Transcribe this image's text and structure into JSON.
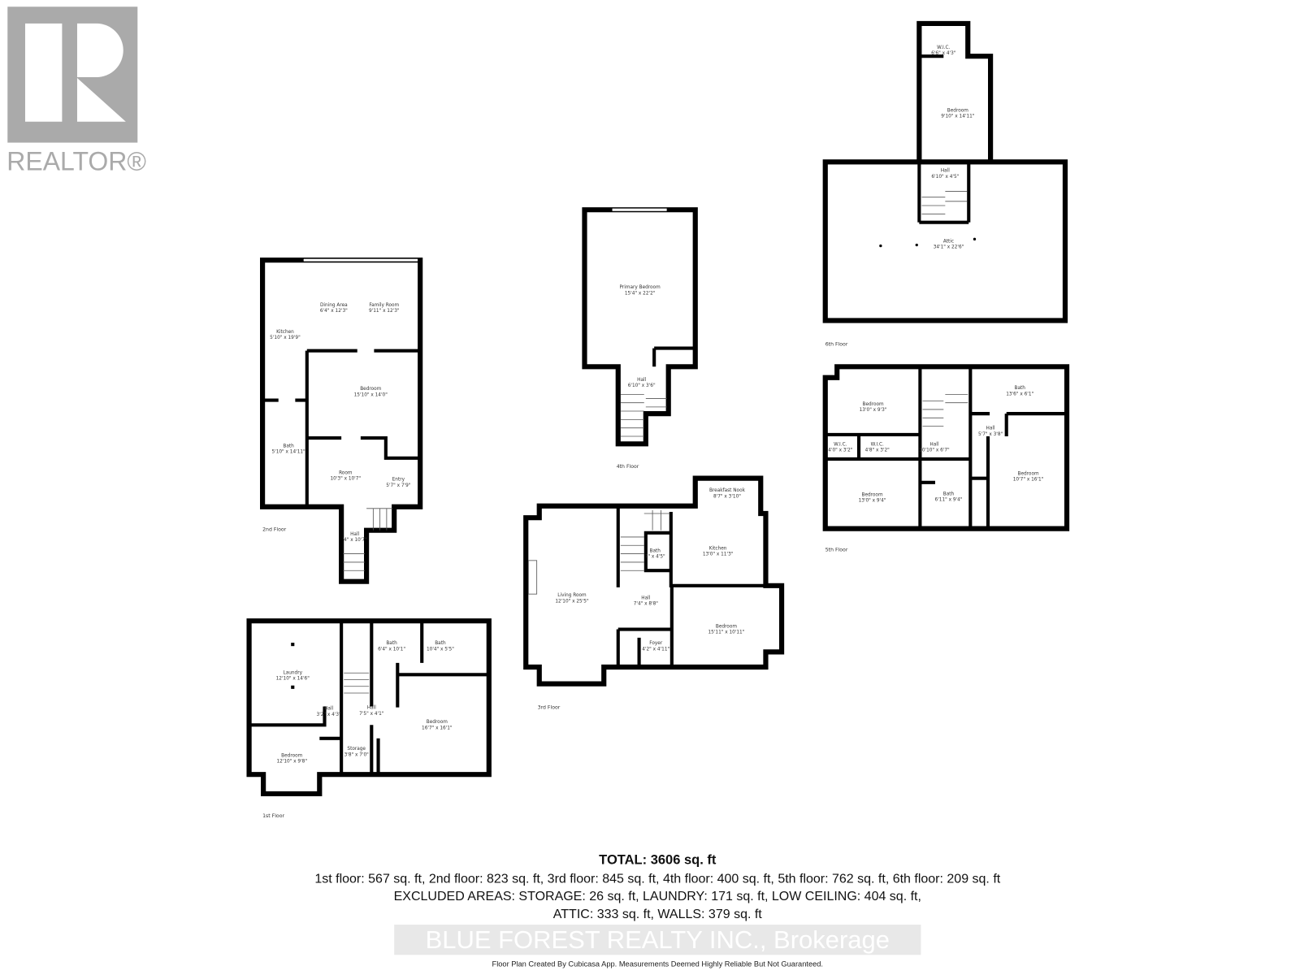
{
  "logo": {
    "text": "REALTOR®",
    "color": "#aaaaaa"
  },
  "floors": [
    {
      "label": "1st Floor",
      "rooms": [
        {
          "name": "Laundry",
          "dims": "12'10\" x 14'6\""
        },
        {
          "name": "Bath",
          "dims": "6'4\" x 10'1\""
        },
        {
          "name": "Bath",
          "dims": "10'4\" x 5'5\""
        },
        {
          "name": "Hall",
          "dims": "3'2\" x 4'3\""
        },
        {
          "name": "Hall",
          "dims": "7'5\" x 4'1\""
        },
        {
          "name": "Bedroom",
          "dims": "16'7\" x 16'1\""
        },
        {
          "name": "Bedroom",
          "dims": "12'10\" x 9'8\""
        },
        {
          "name": "Storage",
          "dims": "3'8\" x 7'0\""
        }
      ]
    },
    {
      "label": "2nd Floor",
      "rooms": [
        {
          "name": "Dining Area",
          "dims": "6'4\" x 12'3\""
        },
        {
          "name": "Family Room",
          "dims": "9'11\" x 12'3\""
        },
        {
          "name": "Kitchen",
          "dims": "5'10\" x 19'9\""
        },
        {
          "name": "Bedroom",
          "dims": "15'10\" x 14'0\""
        },
        {
          "name": "Bath",
          "dims": "5'10\" x 14'11\""
        },
        {
          "name": "Room",
          "dims": "10'3\" x 10'7\""
        },
        {
          "name": "Entry",
          "dims": "5'7\" x 7'9\""
        },
        {
          "name": "Hall",
          "dims": "'4\" x 10'7\""
        }
      ]
    },
    {
      "label": "3rd Floor",
      "rooms": [
        {
          "name": "Breakfast Nook",
          "dims": "8'7\" x 3'10\""
        },
        {
          "name": "Kitchen",
          "dims": "13'0\" x 11'3\""
        },
        {
          "name": "Bath",
          "dims": "7\" x 4'5\""
        },
        {
          "name": "Living Room",
          "dims": "12'10\" x 25'5\""
        },
        {
          "name": "Hall",
          "dims": "7'4\" x 8'8\""
        },
        {
          "name": "Bedroom",
          "dims": "15'11\" x 10'11\""
        },
        {
          "name": "Foyer",
          "dims": "4'2\" x 4'11\""
        }
      ]
    },
    {
      "label": "4th Floor",
      "rooms": [
        {
          "name": "Primary Bedroom",
          "dims": "15'4\" x 22'2\""
        },
        {
          "name": "Hall",
          "dims": "6'10\" x 3'6\""
        }
      ]
    },
    {
      "label": "5th Floor",
      "rooms": [
        {
          "name": "Bedroom",
          "dims": "13'0\" x 9'3\""
        },
        {
          "name": "W.I.C.",
          "dims": "4'0\" x 3'2\""
        },
        {
          "name": "W.I.C.",
          "dims": "4'8\" x 3'2\""
        },
        {
          "name": "Hall",
          "dims": "10'10\" x 6'7\""
        },
        {
          "name": "Bath",
          "dims": "13'6\" x 6'1\""
        },
        {
          "name": "Hall",
          "dims": "5'7\" x 3'8\""
        },
        {
          "name": "Bedroom",
          "dims": "10'7\" x 16'1\""
        },
        {
          "name": "Bedroom",
          "dims": "13'0\" x 9'4\""
        },
        {
          "name": "Bath",
          "dims": "6'11\" x 9'4\""
        }
      ]
    },
    {
      "label": "6th Floor",
      "rooms": [
        {
          "name": "W.I.C.",
          "dims": "6'6\" x 4'3\""
        },
        {
          "name": "Bedroom",
          "dims": "9'10\" x 14'11\""
        },
        {
          "name": "Hall",
          "dims": "6'10\" x 4'5\""
        },
        {
          "name": "Attic",
          "dims": "34'1\" x 22'6\""
        }
      ]
    }
  ],
  "summary": {
    "total": "TOTAL: 3606 sq. ft",
    "floors_line": "1st floor: 567 sq. ft, 2nd floor: 823 sq. ft, 3rd floor: 845 sq. ft, 4th floor: 400 sq. ft, 5th floor: 762 sq. ft, 6th floor: 209 sq. ft",
    "excluded_line1": "EXCLUDED AREAS: STORAGE: 26 sq. ft, LAUNDRY: 171 sq. ft, LOW CEILING: 404 sq. ft,",
    "excluded_line2": "ATTIC: 333 sq. ft, WALLS: 379 sq. ft"
  },
  "watermark": "BLUE FOREST REALTY INC., Brokerage",
  "note": "Floor Plan Created By Cubicasa App. Measurements Deemed Highly Reliable But Not Guaranteed."
}
